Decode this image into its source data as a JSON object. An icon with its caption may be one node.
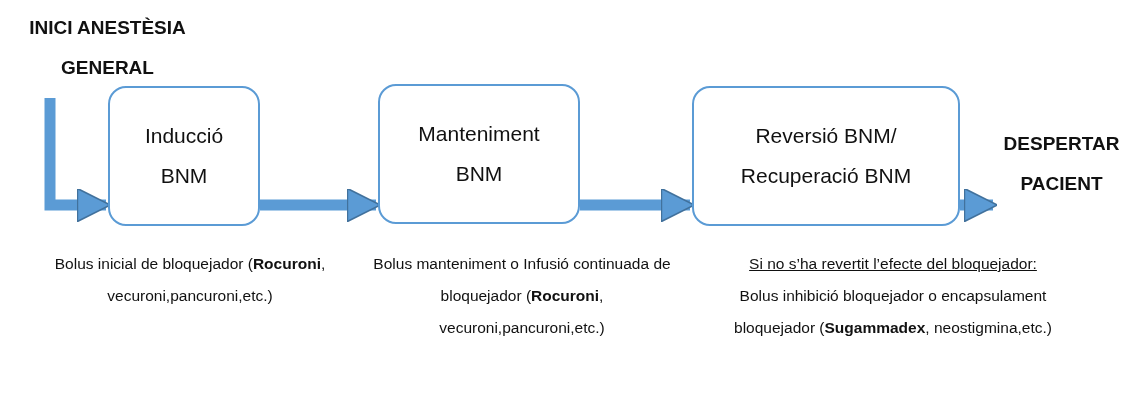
{
  "diagram": {
    "nodes": [
      {
        "text": [
          "INICI ANESTÈSIA GENERAL"
        ]
      },
      {
        "text": [
          "Inducció BNM"
        ],
        "beside": [
          "Bolus inicial de bloquejador (**Rocuroni**, vecuroni,pancuroni,etc.)"
        ]
      },
      {
        "text": [
          "Manteniment BNM"
        ],
        "beside": [
          "Bolus manteniment o Infusió continuada de bloquejador (**Rocuroni**, vecuroni,pancuroni,etc.)"
        ]
      },
      {
        "text": [
          "Reversió BNM/ Recuperació BNM"
        ],
        "beside": [
          "Si no s’ha revertit l’efecte del bloquejador:",
          "Bolus inhibició bloquejador o encapsulament bloquejador (**Sugammadex**, neostigmina,etc.)"
        ]
      },
      {
        "text": [
          "DESPERTAR PACIENT"
        ]
      }
    ],
    "edges": [
      {
        "from": 0,
        "to": 1,
        "arrow": "to"
      },
      {
        "from": 1,
        "to": 2,
        "arrow": "to"
      },
      {
        "from": 2,
        "to": 3,
        "arrow": "to"
      },
      {
        "from": 3,
        "to": 4,
        "arrow": "to"
      }
    ]
  }
}
